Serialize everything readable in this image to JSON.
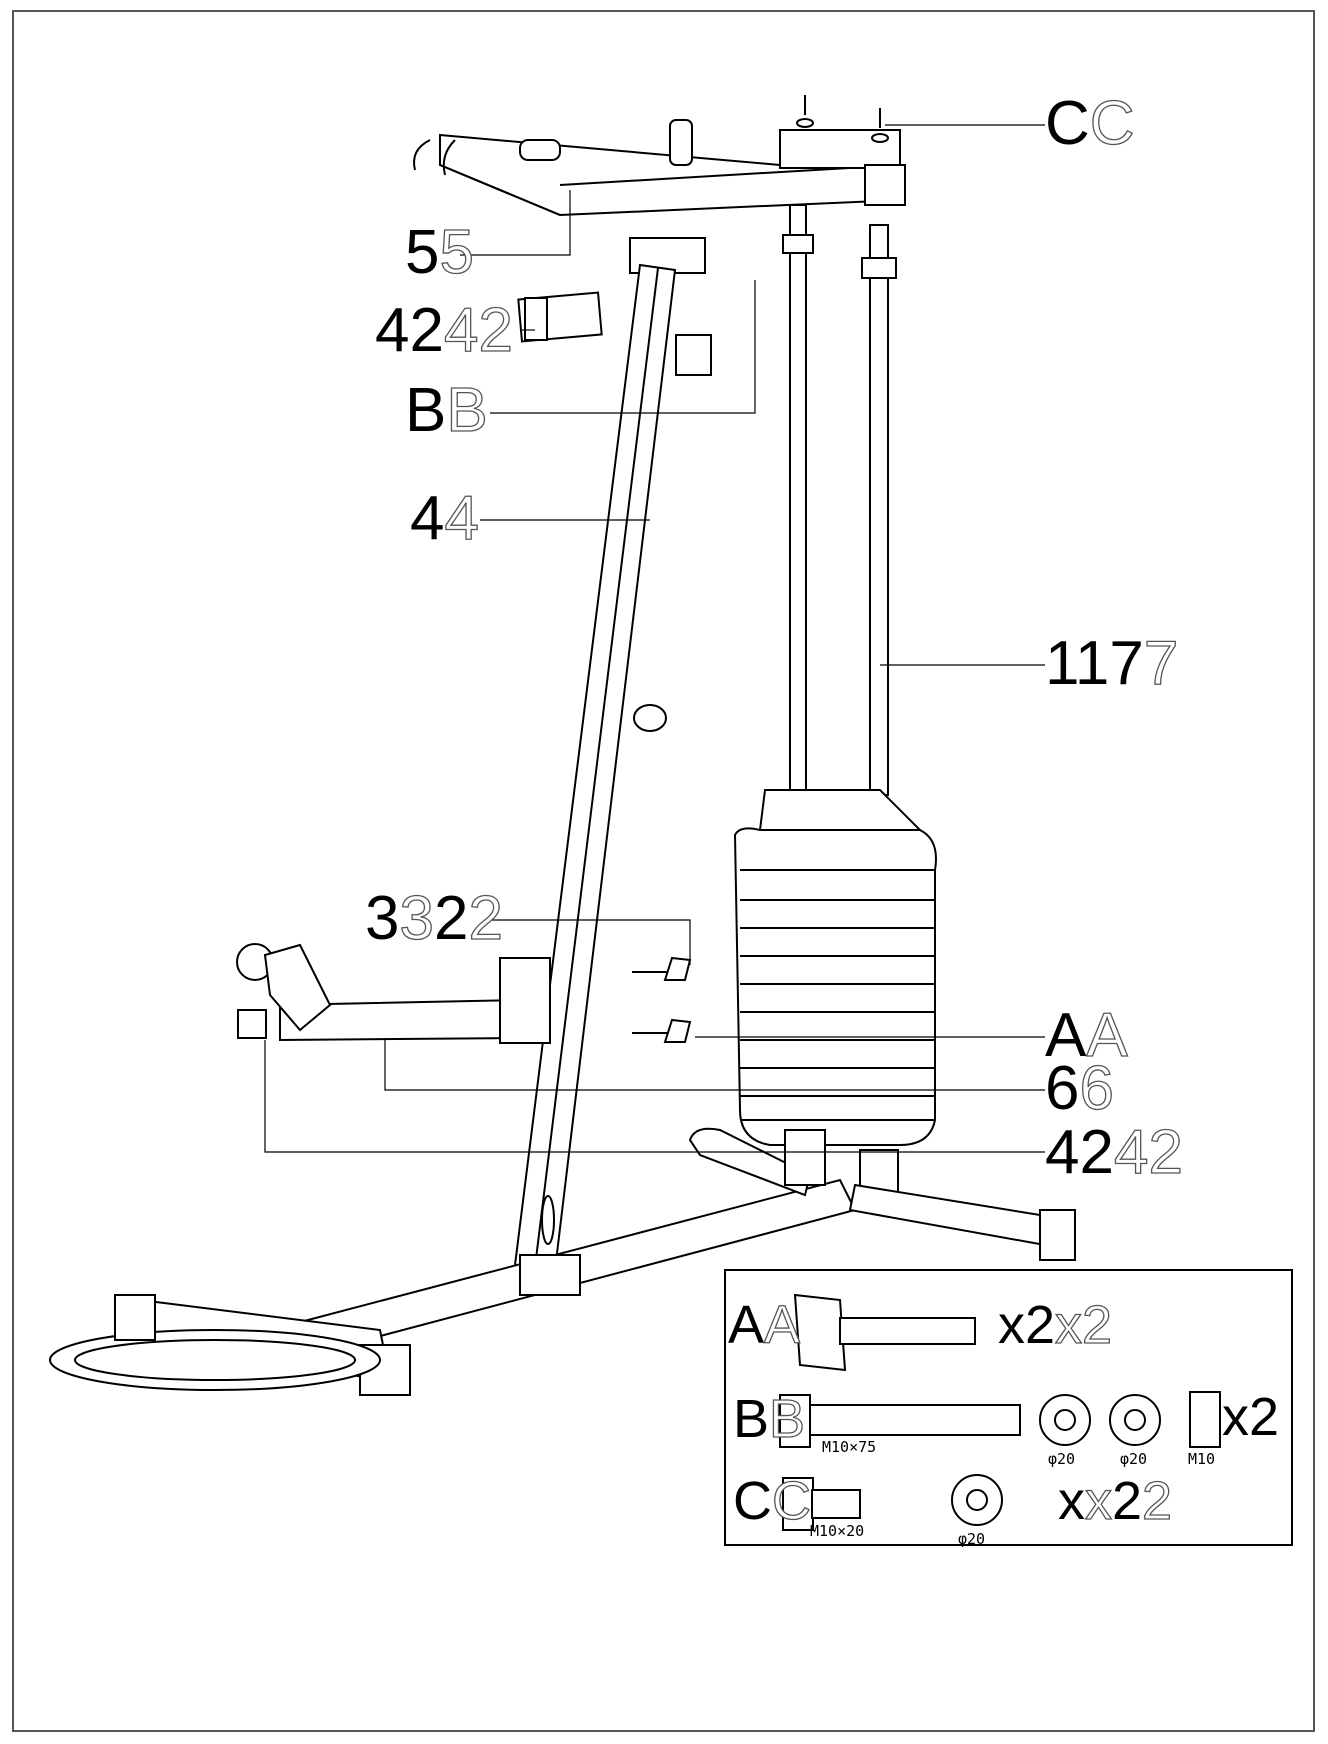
{
  "labels": {
    "c_top": "C",
    "c_top_ghost": "C",
    "p5": "5",
    "p5_ghost": "5",
    "p42_top": "42",
    "p42_top_ghost": "42",
    "b": "B",
    "b_ghost": "B",
    "p4": "4",
    "p4_ghost": "4",
    "p17a": "1",
    "p17b": "17",
    "p17_ghost": "7",
    "p32a": "3",
    "p32_ghost1": "3",
    "p32b": "2",
    "p32_ghost2": "2",
    "a": "A",
    "a_ghost": "A",
    "p6": "6",
    "p6_ghost": "6",
    "p42_bot": "42",
    "p42_bot_ghost": "42"
  },
  "hardware": {
    "a_label": "A",
    "a_label_ghost": "A",
    "a_qty": "x2",
    "a_qty_ghost": "x2",
    "b_label": "B",
    "b_label_ghost": "B",
    "b_bolt_size": "M10×75",
    "b_washer1": "φ20",
    "b_washer2": "φ20",
    "b_nut": "M10",
    "b_qty": "x2",
    "c_label": "C",
    "c_label_ghost": "C",
    "c_bolt_size": "M10×20",
    "c_washer": "φ20",
    "c_qty_a": "x",
    "c_qty_ghost_a": "x",
    "c_qty_b": "2",
    "c_qty_ghost_b": "2"
  },
  "colors": {
    "line": "#000000",
    "frame": "#555555"
  }
}
